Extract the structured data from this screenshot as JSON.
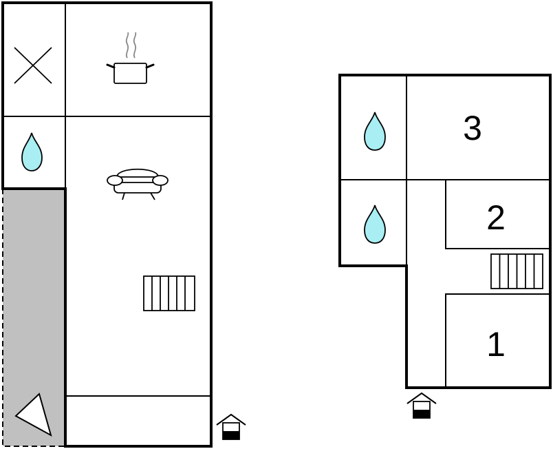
{
  "rooms": {
    "bedroom_1": "1",
    "bedroom_2": "2",
    "bedroom_3": "3"
  },
  "colors": {
    "water": "#a8eef3",
    "terrace": "#c0c0c0",
    "wall": "#000000",
    "steam": "#888888"
  },
  "icons": [
    "cross-icon",
    "cooking-pot-icon",
    "water-drop-icon",
    "sofa-icon",
    "stairs-icon",
    "entrance-icon",
    "terrace-direction-icon"
  ]
}
